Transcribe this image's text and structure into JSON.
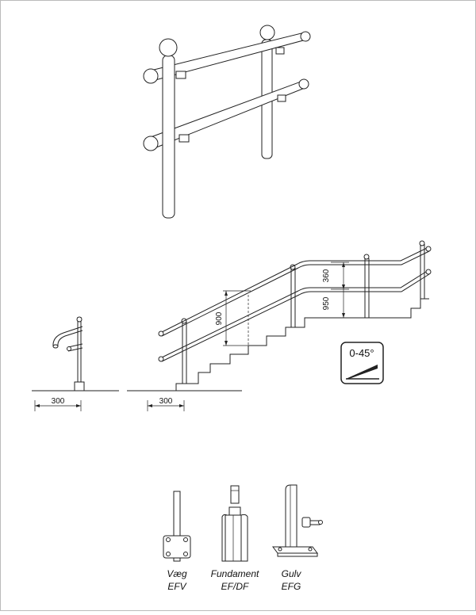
{
  "dimensions": {
    "offset_left": "300",
    "offset_right": "300",
    "rail_height": "900",
    "top_rail_height": "950",
    "rail_spacing": "360"
  },
  "angle_badge": {
    "label": "0-45°"
  },
  "mounts": [
    {
      "name": "Væg",
      "code": "EFV"
    },
    {
      "name": "Fundament",
      "code": "EF/DF"
    },
    {
      "name": "Gulv",
      "code": "EFG"
    }
  ]
}
